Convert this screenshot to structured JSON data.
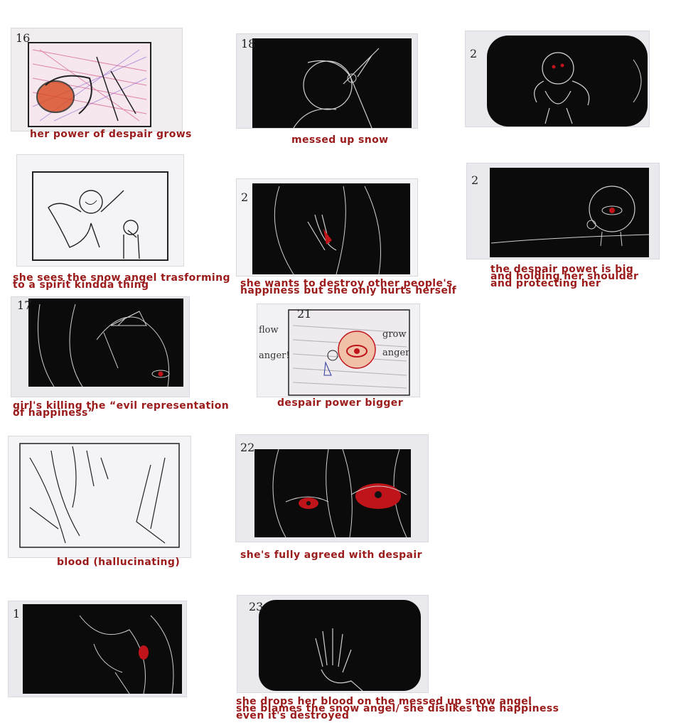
{
  "panels": [
    {
      "id": "p1",
      "number": "16",
      "caption": [
        "her power of despair grows"
      ]
    },
    {
      "id": "p2",
      "number": "18",
      "caption": [
        "messed up snow"
      ]
    },
    {
      "id": "p3",
      "number": "2",
      "caption": []
    },
    {
      "id": "p4",
      "number": "",
      "caption": [
        "she sees the snow angel trasforming",
        "to a spirit kindda thing"
      ]
    },
    {
      "id": "p5",
      "number": "2",
      "caption": [
        "she wants to destroy other people's",
        "happiness but she only hurts herself"
      ]
    },
    {
      "id": "p6",
      "number": "2",
      "caption": [
        "the despair power is big",
        "and holding her shoulder",
        "and protecting her"
      ]
    },
    {
      "id": "p7",
      "number": "17",
      "caption": [
        "girl's killing the “evil representation",
        "of happiness”"
      ]
    },
    {
      "id": "p8",
      "number": "21",
      "caption": [
        "despair power bigger"
      ],
      "notes": {
        "left": [
          "flow",
          "anger!"
        ],
        "right": [
          "grow",
          "anger"
        ]
      }
    },
    {
      "id": "p9",
      "number": "",
      "caption": [
        "blood (hallucinating)"
      ]
    },
    {
      "id": "p10",
      "number": "22",
      "caption": [
        "she's fully agreed with despair"
      ]
    },
    {
      "id": "p11",
      "number": "1",
      "caption": []
    },
    {
      "id": "p12",
      "number": "23",
      "caption": [
        "she drops her blood on the messed up snow angel",
        "she blames the snow angel/ she dislikes the happiness",
        "even it's destroyed"
      ]
    }
  ],
  "colors": {
    "caption": "#9b1b1b",
    "sketch_black": "#0b0b0b",
    "blood_red": "#c0141b"
  }
}
